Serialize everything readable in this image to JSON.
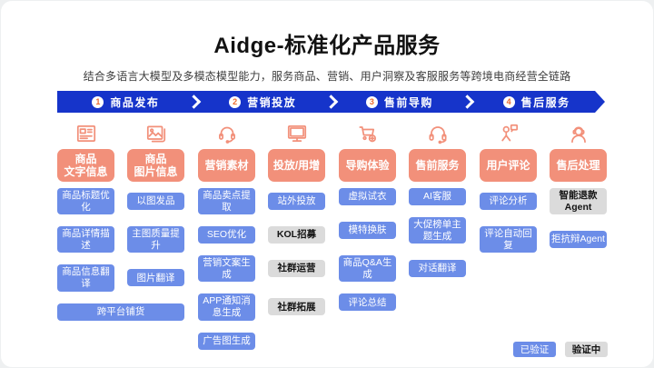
{
  "slide": {
    "title": "Aidge-标准化产品服务",
    "subtitle": "结合多语言大模型及多模态模型能力，服务商品、营销、用户洞察及客服服务等跨境电商经营全链路"
  },
  "colors": {
    "bar_blue": "#1634CA",
    "coral": "#F2907A",
    "button_blue": "#6C8DE8",
    "button_gray": "#DBDBDB",
    "number_orange": "#EC6A2D"
  },
  "pipeline": [
    {
      "num": "1",
      "label": "商品发布"
    },
    {
      "num": "2",
      "label": "营销投放"
    },
    {
      "num": "3",
      "label": "售前导购"
    },
    {
      "num": "4",
      "label": "售后服务"
    }
  ],
  "stages": [
    {
      "groups": [
        {
          "icon": "product-text-icon",
          "title": "商品\n文字信息"
        },
        {
          "icon": "product-image-icon",
          "title": "商品\n图片信息"
        }
      ],
      "rows": [
        {
          "cells": [
            {
              "text": "商品标题优化",
              "type": "blue"
            },
            {
              "text": "以图发品",
              "type": "blue"
            }
          ]
        },
        {
          "cells": [
            {
              "text": "商品详情描述",
              "type": "blue"
            },
            {
              "text": "主图质量提升",
              "type": "blue"
            }
          ]
        },
        {
          "cells": [
            {
              "text": "商品信息翻译",
              "type": "blue"
            },
            {
              "text": "图片翻译",
              "type": "blue"
            }
          ]
        },
        {
          "cells": [
            {
              "text": "跨平台铺货",
              "type": "blue",
              "span": 2
            }
          ]
        }
      ]
    },
    {
      "groups": [
        {
          "icon": "marketing-headset-icon",
          "title": "营销素材"
        },
        {
          "icon": "monitor-icon",
          "title": "投放/用增"
        }
      ],
      "rows": [
        {
          "cells": [
            {
              "text": "商品卖点提取",
              "type": "blue"
            },
            {
              "text": "站外投放",
              "type": "blue"
            }
          ]
        },
        {
          "cells": [
            {
              "text": "SEO优化",
              "type": "blue"
            },
            {
              "text": "KOL招募",
              "type": "gray"
            }
          ]
        },
        {
          "cells": [
            {
              "text": "营销文案生成",
              "type": "blue"
            },
            {
              "text": "社群运营",
              "type": "gray"
            }
          ]
        },
        {
          "cells": [
            {
              "text": "APP通知消息生成",
              "type": "blue"
            },
            {
              "text": "社群拓展",
              "type": "gray"
            }
          ]
        },
        {
          "cells": [
            {
              "text": "广告图生成",
              "type": "blue"
            },
            {
              "text": "",
              "type": "empty"
            }
          ]
        }
      ]
    },
    {
      "groups": [
        {
          "icon": "cart-plus-icon",
          "title": "导购体验"
        },
        {
          "icon": "headset-icon",
          "title": "售前服务"
        }
      ],
      "rows": [
        {
          "cells": [
            {
              "text": "虚拟试衣",
              "type": "blue"
            },
            {
              "text": "AI客服",
              "type": "blue"
            }
          ]
        },
        {
          "cells": [
            {
              "text": "模特换肤",
              "type": "blue"
            },
            {
              "text": "大促榜单主题生成",
              "type": "blue"
            }
          ]
        },
        {
          "cells": [
            {
              "text": "商品Q&A生成",
              "type": "blue"
            },
            {
              "text": "对话翻译",
              "type": "blue"
            }
          ]
        },
        {
          "cells": [
            {
              "text": "评论总结",
              "type": "blue"
            },
            {
              "text": "",
              "type": "empty"
            }
          ]
        }
      ]
    },
    {
      "groups": [
        {
          "icon": "user-comment-icon",
          "title": "用户评论"
        },
        {
          "icon": "support-agent-icon",
          "title": "售后处理"
        }
      ],
      "rows": [
        {
          "cells": [
            {
              "text": "评论分析",
              "type": "blue"
            },
            {
              "text": "智能退款Agent",
              "type": "gray"
            }
          ]
        },
        {
          "cells": [
            {
              "text": "评论自动回复",
              "type": "blue"
            },
            {
              "text": "拒抗辩Agent",
              "type": "blue"
            }
          ]
        }
      ]
    }
  ],
  "legend": [
    {
      "text": "已验证",
      "type": "blue"
    },
    {
      "text": "验证中",
      "type": "gray"
    }
  ]
}
